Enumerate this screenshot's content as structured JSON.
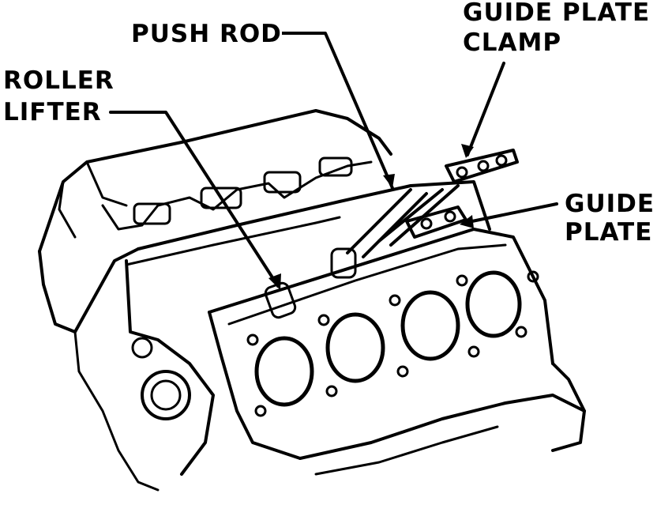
{
  "labels": {
    "push_rod": "PUSH ROD",
    "roller_lifter_line1": "ROLLER",
    "roller_lifter_line2": "LIFTER",
    "guide_plate_clamp_line1": "GUIDE PLATE",
    "guide_plate_clamp_line2": "CLAMP",
    "guide_plate_line1": "GUIDE",
    "guide_plate_line2": "PLATE"
  },
  "colors": {
    "ink": "#000000",
    "paper": "#ffffff"
  }
}
